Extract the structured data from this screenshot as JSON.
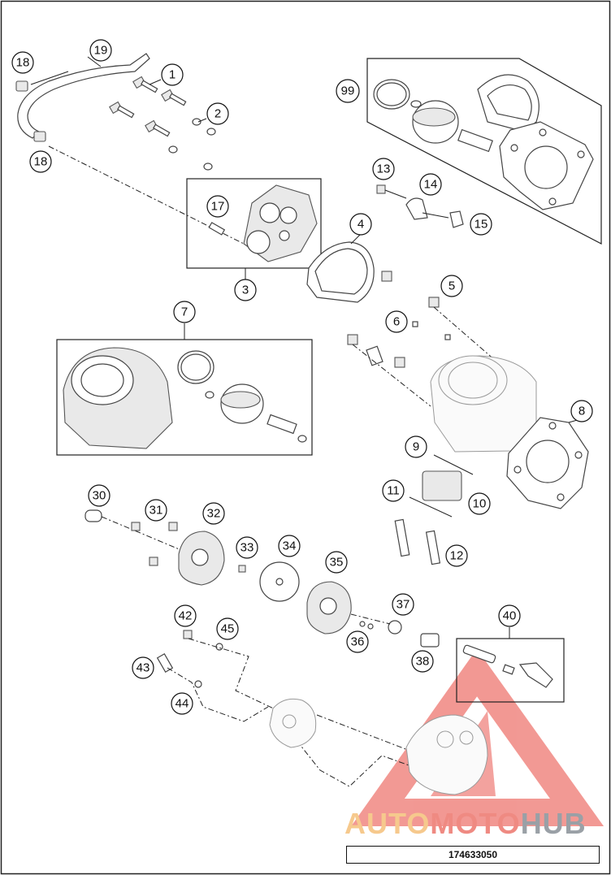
{
  "document_number": "174633050",
  "watermark": {
    "part1": "AUTO",
    "part2": "MOTO",
    "part3": "HUB",
    "colors": {
      "auto": "#f6c98d",
      "moto": "#ef8a82",
      "hub": "#9aa0a6",
      "triangle": "#e8453c"
    }
  },
  "callouts": {
    "c1": "1",
    "c2": "2",
    "c3": "3",
    "c4": "4",
    "c5": "5",
    "c6": "6",
    "c7": "7",
    "c8": "8",
    "c9": "9",
    "c10": "10",
    "c11": "11",
    "c12": "12",
    "c13": "13",
    "c14": "14",
    "c15": "15",
    "c17": "17",
    "c18a": "18",
    "c18b": "18",
    "c19": "19",
    "c30": "30",
    "c31": "31",
    "c32": "32",
    "c33": "33",
    "c34": "34",
    "c35": "35",
    "c36": "36",
    "c37": "37",
    "c38": "38",
    "c40": "40",
    "c42": "42",
    "c43": "43",
    "c44": "44",
    "c45": "45",
    "c99": "99"
  }
}
